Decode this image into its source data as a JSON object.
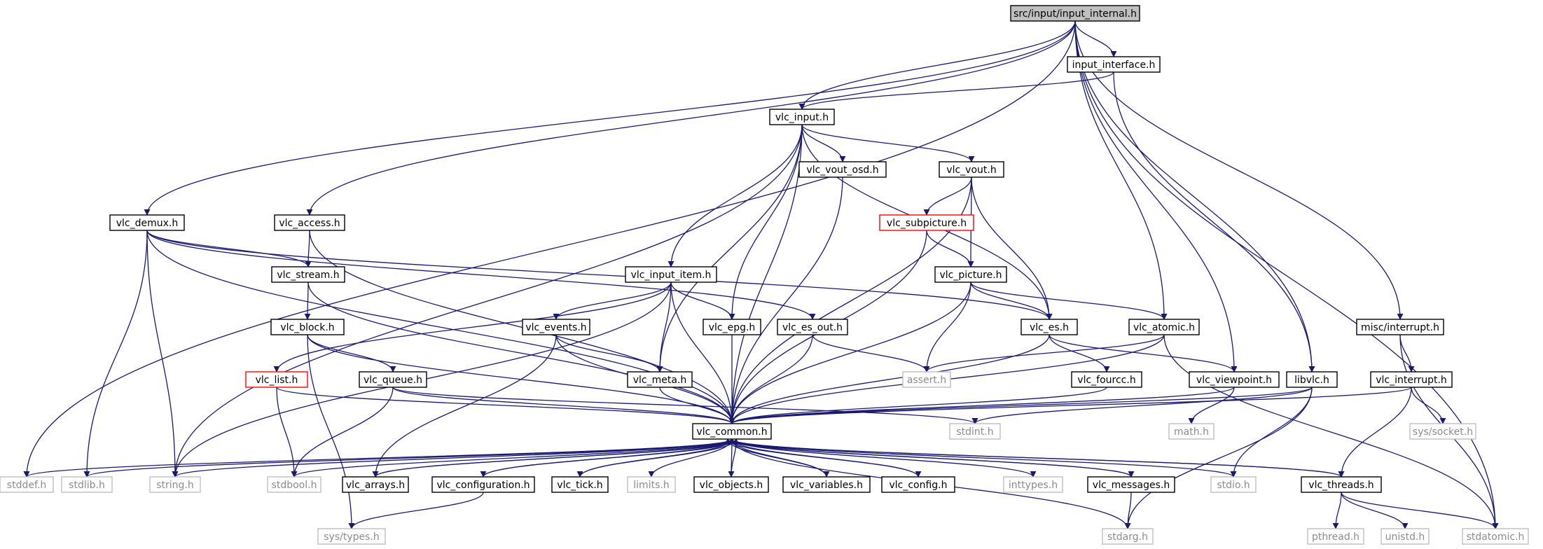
{
  "colors": {
    "edge": "#191970",
    "normal_border": "#000000",
    "normal_fill": "#ffffff",
    "root_fill": "#bfbfbf",
    "missing_border": "#bfbfbf",
    "missing_text": "#8c8c8c",
    "truncated_border": "#ff0000"
  },
  "nodes": [
    {
      "id": "root",
      "label": "src/input/input_internal.h",
      "kind": "root"
    },
    {
      "id": "input_interface",
      "label": "input_interface.h",
      "kind": "normal"
    },
    {
      "id": "vlc_input",
      "label": "vlc_input.h",
      "kind": "normal"
    },
    {
      "id": "vlc_vout_osd",
      "label": "vlc_vout_osd.h",
      "kind": "normal"
    },
    {
      "id": "vlc_vout",
      "label": "vlc_vout.h",
      "kind": "normal"
    },
    {
      "id": "vlc_demux",
      "label": "vlc_demux.h",
      "kind": "normal"
    },
    {
      "id": "vlc_access",
      "label": "vlc_access.h",
      "kind": "normal"
    },
    {
      "id": "vlc_subpicture",
      "label": "vlc_subpicture.h",
      "kind": "truncated"
    },
    {
      "id": "vlc_stream",
      "label": "vlc_stream.h",
      "kind": "normal"
    },
    {
      "id": "vlc_input_item",
      "label": "vlc_input_item.h",
      "kind": "normal"
    },
    {
      "id": "vlc_picture",
      "label": "vlc_picture.h",
      "kind": "normal"
    },
    {
      "id": "vlc_block",
      "label": "vlc_block.h",
      "kind": "normal"
    },
    {
      "id": "vlc_events",
      "label": "vlc_events.h",
      "kind": "normal"
    },
    {
      "id": "vlc_epg",
      "label": "vlc_epg.h",
      "kind": "normal"
    },
    {
      "id": "vlc_es_out",
      "label": "vlc_es_out.h",
      "kind": "normal"
    },
    {
      "id": "vlc_es",
      "label": "vlc_es.h",
      "kind": "normal"
    },
    {
      "id": "vlc_atomic",
      "label": "vlc_atomic.h",
      "kind": "normal"
    },
    {
      "id": "misc_interrupt",
      "label": "misc/interrupt.h",
      "kind": "normal"
    },
    {
      "id": "vlc_list",
      "label": "vlc_list.h",
      "kind": "truncated"
    },
    {
      "id": "vlc_queue",
      "label": "vlc_queue.h",
      "kind": "normal"
    },
    {
      "id": "vlc_meta",
      "label": "vlc_meta.h",
      "kind": "normal"
    },
    {
      "id": "assert",
      "label": "assert.h",
      "kind": "missing"
    },
    {
      "id": "vlc_fourcc",
      "label": "vlc_fourcc.h",
      "kind": "normal"
    },
    {
      "id": "vlc_viewpoint",
      "label": "vlc_viewpoint.h",
      "kind": "normal"
    },
    {
      "id": "libvlc",
      "label": "libvlc.h",
      "kind": "normal"
    },
    {
      "id": "vlc_interrupt",
      "label": "vlc_interrupt.h",
      "kind": "normal"
    },
    {
      "id": "vlc_common",
      "label": "vlc_common.h",
      "kind": "normal"
    },
    {
      "id": "stdint",
      "label": "stdint.h",
      "kind": "missing"
    },
    {
      "id": "math",
      "label": "math.h",
      "kind": "missing"
    },
    {
      "id": "sys_socket",
      "label": "sys/socket.h",
      "kind": "missing"
    },
    {
      "id": "stddef",
      "label": "stddef.h",
      "kind": "missing"
    },
    {
      "id": "stdlib",
      "label": "stdlib.h",
      "kind": "missing"
    },
    {
      "id": "string",
      "label": "string.h",
      "kind": "missing"
    },
    {
      "id": "stdbool",
      "label": "stdbool.h",
      "kind": "missing"
    },
    {
      "id": "vlc_arrays",
      "label": "vlc_arrays.h",
      "kind": "normal"
    },
    {
      "id": "vlc_configuration",
      "label": "vlc_configuration.h",
      "kind": "normal"
    },
    {
      "id": "vlc_tick",
      "label": "vlc_tick.h",
      "kind": "normal"
    },
    {
      "id": "limits",
      "label": "limits.h",
      "kind": "missing"
    },
    {
      "id": "vlc_objects",
      "label": "vlc_objects.h",
      "kind": "normal"
    },
    {
      "id": "vlc_variables",
      "label": "vlc_variables.h",
      "kind": "normal"
    },
    {
      "id": "vlc_config",
      "label": "vlc_config.h",
      "kind": "normal"
    },
    {
      "id": "inttypes",
      "label": "inttypes.h",
      "kind": "missing"
    },
    {
      "id": "vlc_messages",
      "label": "vlc_messages.h",
      "kind": "normal"
    },
    {
      "id": "stdio",
      "label": "stdio.h",
      "kind": "missing"
    },
    {
      "id": "vlc_threads",
      "label": "vlc_threads.h",
      "kind": "normal"
    },
    {
      "id": "sys_types",
      "label": "sys/types.h",
      "kind": "missing"
    },
    {
      "id": "stdarg",
      "label": "stdarg.h",
      "kind": "missing"
    },
    {
      "id": "pthread",
      "label": "pthread.h",
      "kind": "missing"
    },
    {
      "id": "unistd",
      "label": "unistd.h",
      "kind": "missing"
    },
    {
      "id": "stdatomic",
      "label": "stdatomic.h",
      "kind": "missing"
    }
  ],
  "edges": [
    [
      "root",
      "input_interface"
    ],
    [
      "root",
      "vlc_input"
    ],
    [
      "root",
      "vlc_demux"
    ],
    [
      "root",
      "vlc_access"
    ],
    [
      "root",
      "vlc_atomic"
    ],
    [
      "root",
      "vlc_viewpoint"
    ],
    [
      "root",
      "libvlc"
    ],
    [
      "root",
      "misc_interrupt"
    ],
    [
      "root",
      "stddef"
    ],
    [
      "root",
      "stdatomic"
    ],
    [
      "input_interface",
      "vlc_input"
    ],
    [
      "input_interface",
      "libvlc"
    ],
    [
      "vlc_input",
      "vlc_vout_osd"
    ],
    [
      "vlc_input",
      "vlc_vout"
    ],
    [
      "vlc_input",
      "vlc_input_item"
    ],
    [
      "vlc_input",
      "vlc_epg"
    ],
    [
      "vlc_input",
      "vlc_es"
    ],
    [
      "vlc_input",
      "vlc_meta"
    ],
    [
      "vlc_input",
      "vlc_common"
    ],
    [
      "vlc_input",
      "string"
    ],
    [
      "vlc_vout_osd",
      "vlc_common"
    ],
    [
      "vlc_vout",
      "vlc_subpicture"
    ],
    [
      "vlc_vout",
      "vlc_picture"
    ],
    [
      "vlc_vout",
      "vlc_es"
    ],
    [
      "vlc_vout",
      "vlc_common"
    ],
    [
      "vlc_demux",
      "vlc_stream"
    ],
    [
      "vlc_demux",
      "vlc_es_out"
    ],
    [
      "vlc_demux",
      "vlc_es"
    ],
    [
      "vlc_demux",
      "vlc_common"
    ],
    [
      "vlc_demux",
      "stdlib"
    ],
    [
      "vlc_demux",
      "string"
    ],
    [
      "vlc_access",
      "vlc_stream"
    ],
    [
      "vlc_access",
      "vlc_common"
    ],
    [
      "vlc_subpicture",
      "vlc_picture"
    ],
    [
      "vlc_subpicture",
      "vlc_common"
    ],
    [
      "vlc_stream",
      "vlc_block"
    ],
    [
      "vlc_stream",
      "vlc_common"
    ],
    [
      "vlc_input_item",
      "vlc_list"
    ],
    [
      "vlc_input_item",
      "vlc_events"
    ],
    [
      "vlc_input_item",
      "vlc_epg"
    ],
    [
      "vlc_input_item",
      "vlc_meta"
    ],
    [
      "vlc_input_item",
      "vlc_common"
    ],
    [
      "vlc_input_item",
      "string"
    ],
    [
      "vlc_picture",
      "vlc_es"
    ],
    [
      "vlc_picture",
      "vlc_atomic"
    ],
    [
      "vlc_picture",
      "assert"
    ],
    [
      "vlc_picture",
      "vlc_common"
    ],
    [
      "vlc_block",
      "vlc_queue"
    ],
    [
      "vlc_block",
      "vlc_common"
    ],
    [
      "vlc_block",
      "sys_types"
    ],
    [
      "vlc_events",
      "vlc_meta"
    ],
    [
      "vlc_events",
      "vlc_common"
    ],
    [
      "vlc_events",
      "vlc_arrays"
    ],
    [
      "vlc_epg",
      "vlc_common"
    ],
    [
      "vlc_es_out",
      "assert"
    ],
    [
      "vlc_es_out",
      "vlc_common"
    ],
    [
      "vlc_es",
      "vlc_fourcc"
    ],
    [
      "vlc_es",
      "vlc_viewpoint"
    ],
    [
      "vlc_es",
      "vlc_common"
    ],
    [
      "vlc_atomic",
      "assert"
    ],
    [
      "vlc_atomic",
      "vlc_common"
    ],
    [
      "vlc_atomic",
      "stdatomic"
    ],
    [
      "misc_interrupt",
      "vlc_interrupt"
    ],
    [
      "misc_interrupt",
      "stdatomic"
    ],
    [
      "vlc_list",
      "stdbool"
    ],
    [
      "vlc_list",
      "vlc_common"
    ],
    [
      "vlc_queue",
      "vlc_common"
    ],
    [
      "vlc_queue",
      "stdbool"
    ],
    [
      "vlc_queue",
      "stdint"
    ],
    [
      "vlc_meta",
      "vlc_common"
    ],
    [
      "vlc_fourcc",
      "vlc_common"
    ],
    [
      "vlc_viewpoint",
      "math"
    ],
    [
      "vlc_viewpoint",
      "vlc_common"
    ],
    [
      "libvlc",
      "vlc_common"
    ],
    [
      "libvlc",
      "stdint"
    ],
    [
      "libvlc",
      "stdio"
    ],
    [
      "libvlc",
      "stdarg"
    ],
    [
      "vlc_interrupt",
      "vlc_common"
    ],
    [
      "vlc_interrupt",
      "sys_socket"
    ],
    [
      "vlc_interrupt",
      "vlc_threads"
    ],
    [
      "vlc_common",
      "stddef"
    ],
    [
      "vlc_common",
      "stdlib"
    ],
    [
      "vlc_common",
      "string"
    ],
    [
      "vlc_common",
      "stdbool"
    ],
    [
      "vlc_common",
      "vlc_arrays"
    ],
    [
      "vlc_common",
      "vlc_configuration"
    ],
    [
      "vlc_common",
      "vlc_tick"
    ],
    [
      "vlc_common",
      "limits"
    ],
    [
      "vlc_common",
      "vlc_objects"
    ],
    [
      "vlc_common",
      "vlc_variables"
    ],
    [
      "vlc_common",
      "vlc_config"
    ],
    [
      "vlc_common",
      "inttypes"
    ],
    [
      "vlc_common",
      "vlc_messages"
    ],
    [
      "vlc_common",
      "stdio"
    ],
    [
      "vlc_common",
      "vlc_threads"
    ],
    [
      "vlc_common",
      "stdarg"
    ],
    [
      "vlc_arrays",
      "vlc_common"
    ],
    [
      "vlc_configuration",
      "vlc_common"
    ],
    [
      "vlc_configuration",
      "sys_types"
    ],
    [
      "vlc_tick",
      "vlc_common"
    ],
    [
      "vlc_objects",
      "vlc_common"
    ],
    [
      "vlc_variables",
      "vlc_common"
    ],
    [
      "vlc_config",
      "vlc_common"
    ],
    [
      "vlc_messages",
      "vlc_common"
    ],
    [
      "vlc_messages",
      "stdarg"
    ],
    [
      "vlc_threads",
      "vlc_common"
    ],
    [
      "vlc_threads",
      "pthread"
    ],
    [
      "vlc_threads",
      "unistd"
    ],
    [
      "vlc_threads",
      "stdatomic"
    ]
  ]
}
